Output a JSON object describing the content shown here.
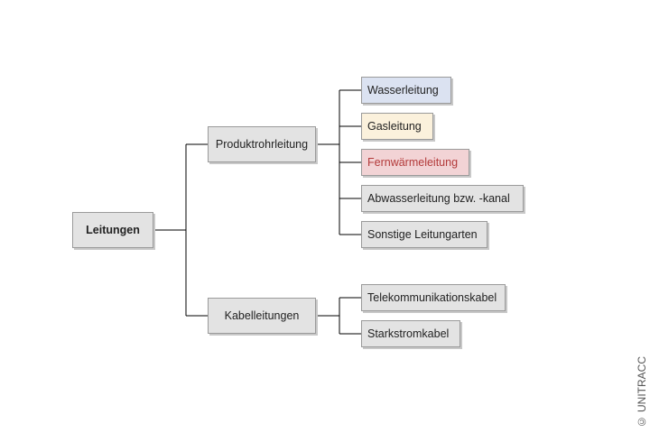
{
  "diagram": {
    "root": "Leitungen",
    "branches": [
      {
        "label": "Produktrohrleitung",
        "children": [
          "Wasserleitung",
          "Gasleitung",
          "Fernwärmeleitung",
          "Abwasserleitung bzw. -kanal",
          "Sonstige Leitungarten"
        ]
      },
      {
        "label": "Kabelleitungen",
        "children": [
          "Telekommunikationskabel",
          "Starkstromkabel"
        ]
      }
    ],
    "highlight_colors": {
      "water": "#dbe2f1",
      "gas": "#fbf1dc",
      "district_heating": "#f2d3d5",
      "default": "#e3e3e3"
    }
  },
  "copyright": "© UNITRACC"
}
